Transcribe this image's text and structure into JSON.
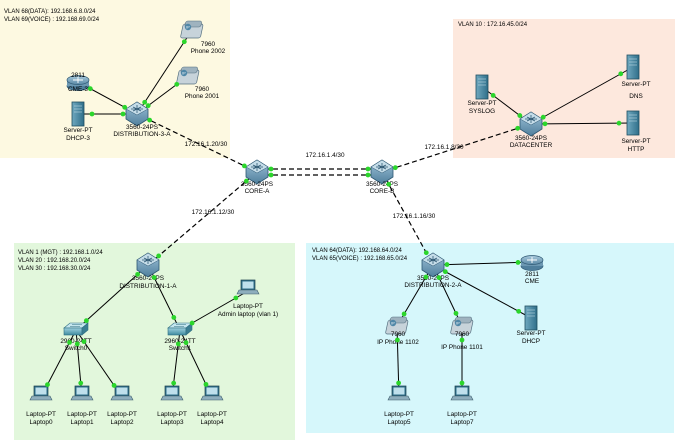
{
  "colors": {
    "zone_yellow": "#fdf9e1",
    "zone_peach": "#fde8dd",
    "zone_green": "#e2f7dc",
    "zone_cyan": "#d6f7fb",
    "link_up": "#2bd62b",
    "cable": "#000000"
  },
  "zones": {
    "voice": {
      "lines": [
        "VLAN 68(DATA): 192.168.6.8.0/24",
        "VLAN 69(VOICE) : 192.168.69.0/24"
      ]
    },
    "datacenter": {
      "lines": [
        "VLAN 10 : 172.16.45.0/24"
      ]
    },
    "access1": {
      "lines": [
        "VLAN 1 (MGT) : 192.168.1.0/24",
        "VLAN 20 : 192.168.20.0/24",
        "VLAN 30 : 192.168.30.0/24"
      ]
    },
    "access2": {
      "lines": [
        "VLAN 64(DATA): 192.168.64.0/24",
        "VLAN 65(VOICE) : 192.168.65.0/24"
      ]
    }
  },
  "link_labels": {
    "dist3_core_a": "172.16.1.20/30",
    "core_a_core_b": "172.16.1.4/30",
    "core_b_dc": "172.16.1.8/30",
    "core_a_dist1": "172.16.1.12/30",
    "core_b_dist2": "172.16.1.16/30"
  },
  "devices": {
    "router_cme3": {
      "model": "2811",
      "name": "CME-3",
      "icon": "router-icon"
    },
    "phone2002": {
      "model": "7960",
      "name": "Phone 2002",
      "icon": "ip-phone-icon"
    },
    "phone2001": {
      "model": "7960",
      "name": "Phone 2001",
      "icon": "ip-phone-icon"
    },
    "dhcp3": {
      "model": "Server-PT",
      "name": "DHCP-3",
      "icon": "server-icon"
    },
    "dist3a": {
      "model": "3560-24PS",
      "name": "DISTRIBUTION-3-A",
      "icon": "multilayer-switch-icon"
    },
    "syslog": {
      "model": "Server-PT",
      "name": "SYSLOG",
      "icon": "server-icon"
    },
    "dns": {
      "model": "Server-PT",
      "name": "DNS",
      "icon": "server-icon"
    },
    "datacenter": {
      "model": "3560-24PS",
      "name": "DATACENTER",
      "icon": "multilayer-switch-icon"
    },
    "http": {
      "model": "Server-PT",
      "name": "HTTP",
      "icon": "server-icon"
    },
    "core_a": {
      "model": "3560-24PS",
      "name": "CORE-A",
      "icon": "multilayer-switch-icon"
    },
    "core_b": {
      "model": "3560-24PS",
      "name": "CORE-B",
      "icon": "multilayer-switch-icon"
    },
    "dist1a": {
      "model": "3560-24PS",
      "name": "DISTRIBUTION-1-A",
      "icon": "multilayer-switch-icon"
    },
    "sw1": {
      "model": "2960-24TT",
      "name": "Switch0",
      "icon": "switch-icon"
    },
    "sw2": {
      "model": "2960-24TT",
      "name": "Switch1",
      "icon": "switch-icon"
    },
    "admin_laptop": {
      "model": "Laptop-PT",
      "name": "Admin laptop (vlan 1)",
      "icon": "laptop-icon"
    },
    "laptop0": {
      "model": "Laptop-PT",
      "name": "Laptop0",
      "icon": "laptop-icon"
    },
    "laptop1": {
      "model": "Laptop-PT",
      "name": "Laptop1",
      "icon": "laptop-icon"
    },
    "laptop2": {
      "model": "Laptop-PT",
      "name": "Laptop2",
      "icon": "laptop-icon"
    },
    "laptop3": {
      "model": "Laptop-PT",
      "name": "Laptop3",
      "icon": "laptop-icon"
    },
    "laptop4": {
      "model": "Laptop-PT",
      "name": "Laptop4",
      "icon": "laptop-icon"
    },
    "dist2a": {
      "model": "3560-24PS",
      "name": "DISTRIBUTION-2-A",
      "icon": "multilayer-switch-icon"
    },
    "router_cme": {
      "model": "2811",
      "name": "CME",
      "icon": "router-icon"
    },
    "phone1102": {
      "model": "7960",
      "name": "IP Phone 1102",
      "icon": "ip-phone-icon"
    },
    "phone1101": {
      "model": "7960",
      "name": "IP Phone 1101",
      "icon": "ip-phone-icon"
    },
    "dhcp": {
      "model": "Server-PT",
      "name": "DHCP",
      "icon": "server-icon"
    },
    "laptop5": {
      "model": "Laptop-PT",
      "name": "Laptop5",
      "icon": "laptop-icon"
    },
    "laptop7": {
      "model": "Laptop-PT",
      "name": "Laptop7",
      "icon": "laptop-icon"
    }
  }
}
